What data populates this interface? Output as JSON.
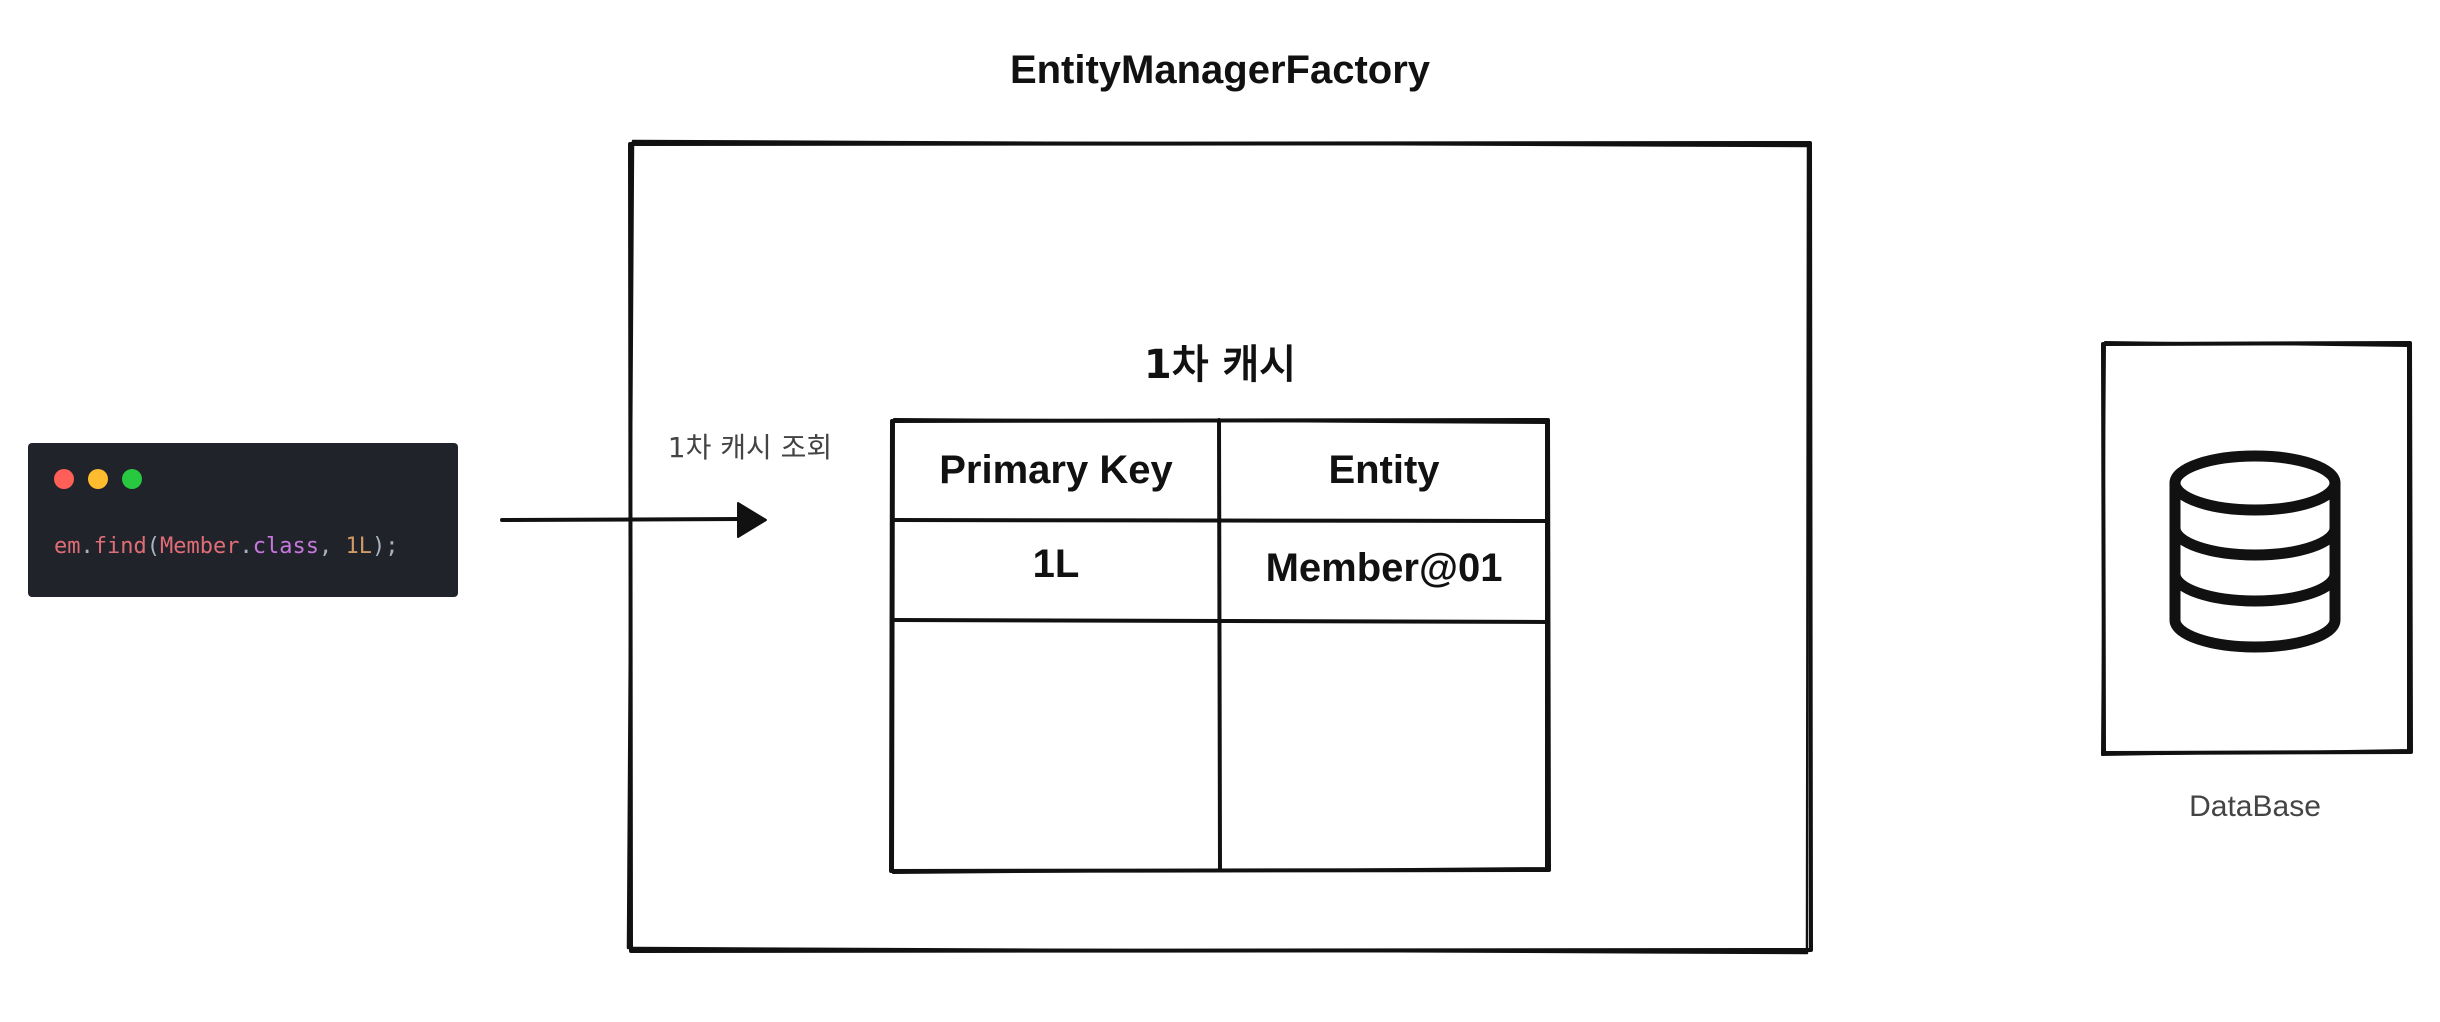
{
  "diagram": {
    "title": "EntityManagerFactory",
    "code_window": {
      "dot_colors": [
        "#ff5f57",
        "#febc2e",
        "#28c840"
      ],
      "code_tokens": [
        {
          "text": "em",
          "color": "#e06c75"
        },
        {
          "text": ".",
          "color": "#abb2bf"
        },
        {
          "text": "find",
          "color": "#e06c75"
        },
        {
          "text": "(",
          "color": "#abb2bf"
        },
        {
          "text": "Member",
          "color": "#e06c75"
        },
        {
          "text": ".",
          "color": "#abb2bf"
        },
        {
          "text": "class",
          "color": "#c678dd"
        },
        {
          "text": ", ",
          "color": "#abb2bf"
        },
        {
          "text": "1L",
          "color": "#d19a66"
        },
        {
          "text": ");",
          "color": "#abb2bf"
        }
      ]
    },
    "arrow_label": "1차 캐시 조회",
    "cache": {
      "title": "1차 캐시",
      "headers": [
        "Primary Key",
        "Entity"
      ],
      "rows": [
        [
          "1L",
          "Member@01"
        ]
      ]
    },
    "database": {
      "label": "DataBase",
      "icon": "database-icon"
    }
  }
}
